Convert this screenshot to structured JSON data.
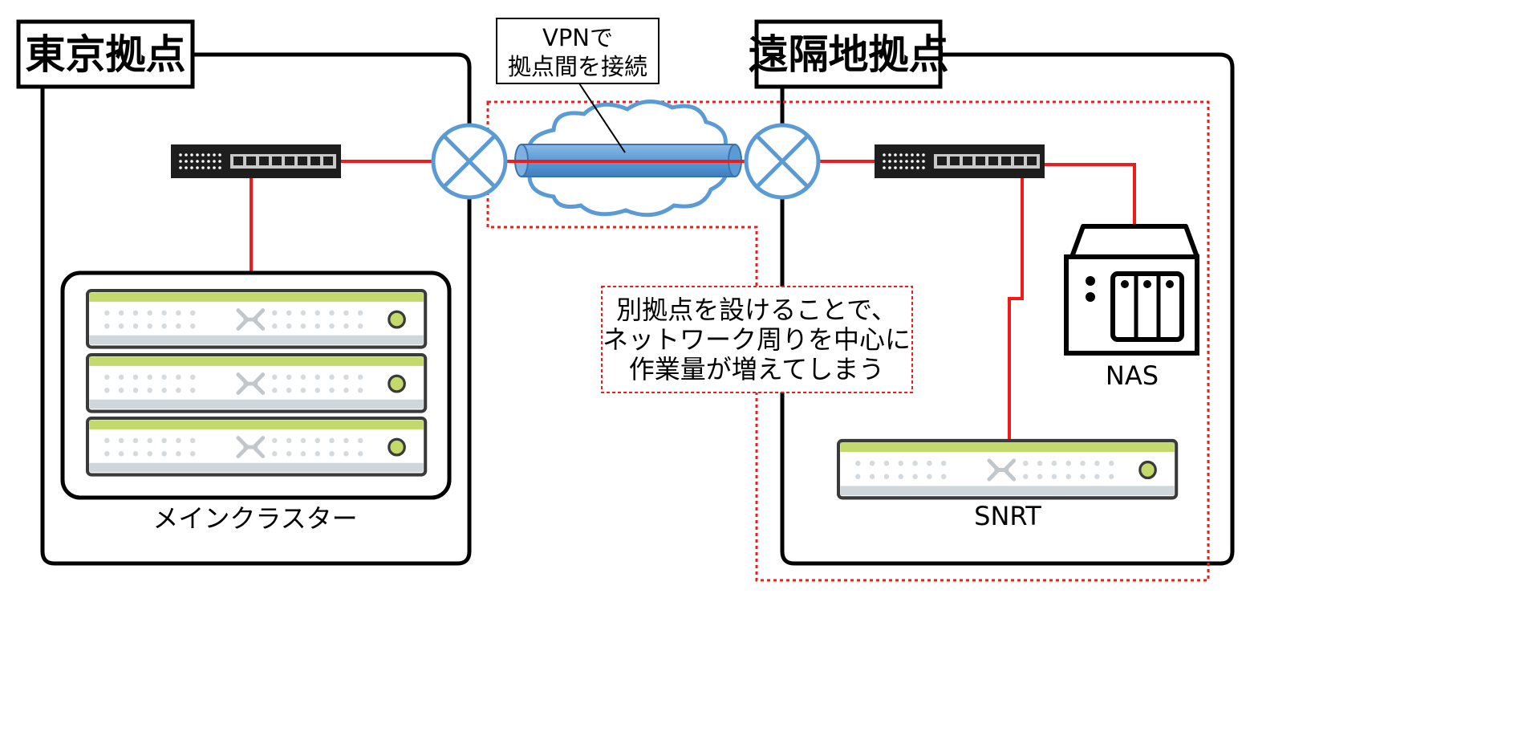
{
  "sites": {
    "tokyo": {
      "label": "東京拠点"
    },
    "remote": {
      "label": "遠隔地拠点"
    }
  },
  "vpn_callout": {
    "line1": "VPNで",
    "line2": "拠点間を接続"
  },
  "note": {
    "line1": "別拠点を設けることで、",
    "line2": "ネットワーク周りを中心に",
    "line3": "作業量が増えてしまう"
  },
  "devices": {
    "main_cluster_label": "メインクラスター",
    "nas_label": "NAS",
    "snrt_label": "SNRT"
  },
  "colors": {
    "link": "#ee1c1c",
    "tunnel": "#5b9bd5",
    "cloud_stroke": "#5b9bd5",
    "router": "#5b9bd5",
    "dotted_border": "#ee1c1c",
    "server_accent": "#c3d96b",
    "frame": "#000000"
  },
  "icons": {
    "switch": "network-switch-icon",
    "router": "router-icon",
    "cloud": "cloud-icon",
    "server": "server-icon",
    "nas": "nas-icon"
  }
}
